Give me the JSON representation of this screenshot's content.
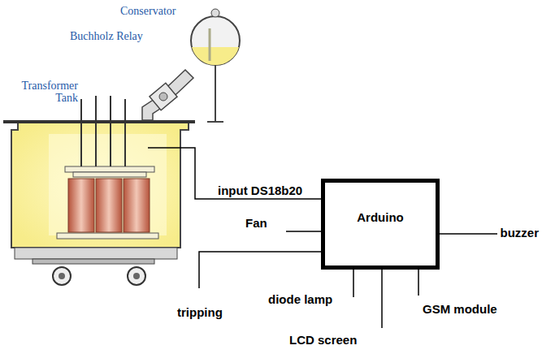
{
  "diagram": {
    "nodes": [
      {
        "text": [
          "Arduino"
        ]
      }
    ],
    "labels": [
      "Conservator",
      "Buchholz Relay",
      "Transformer Tank",
      "input DS18b20",
      "Fan",
      "tripping",
      "diode lamp",
      "LCD screen",
      "GSM module",
      "buzzer"
    ]
  }
}
